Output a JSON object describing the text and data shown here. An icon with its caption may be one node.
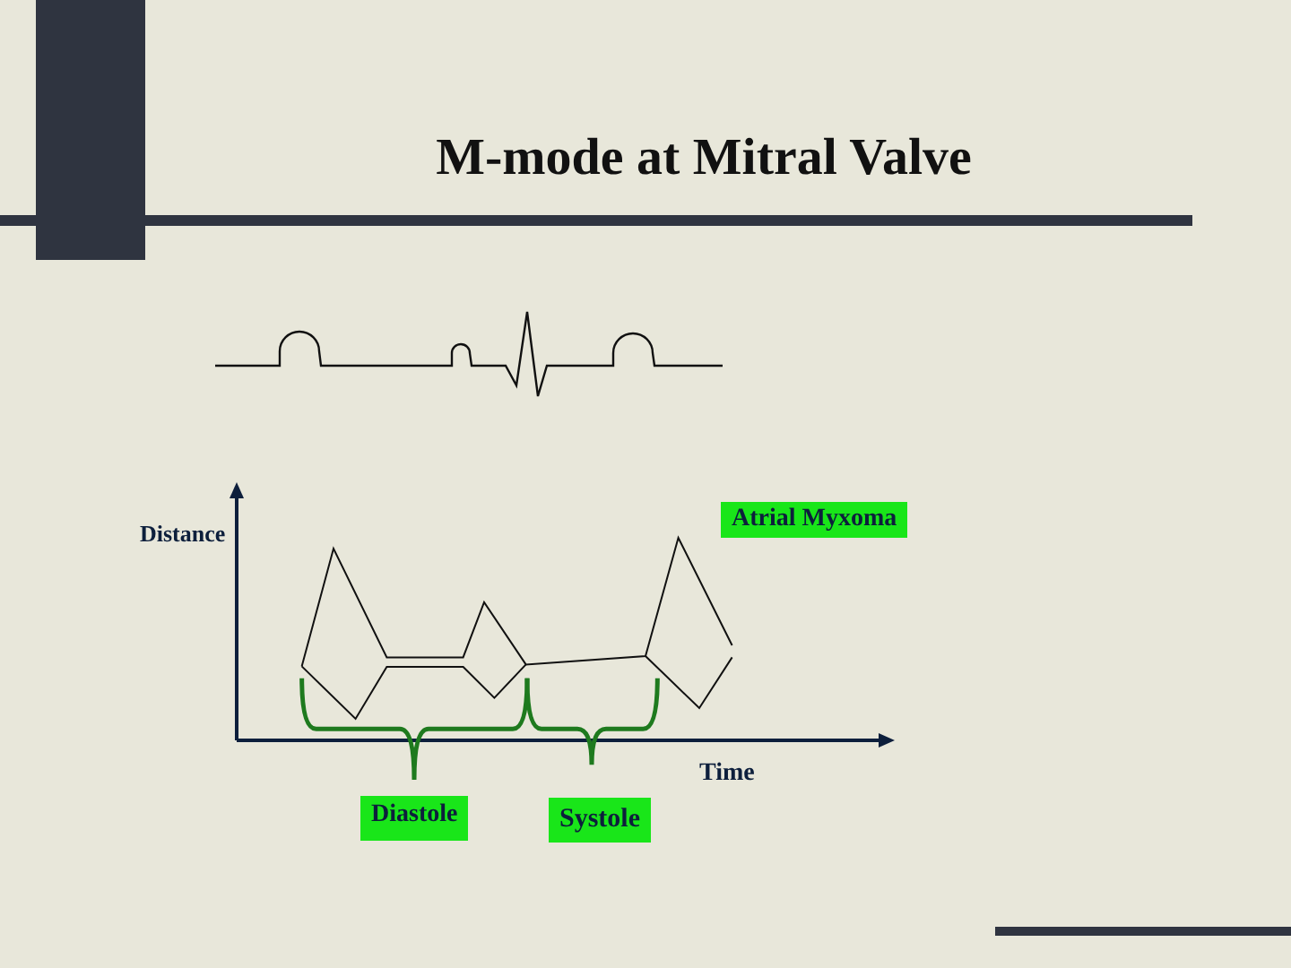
{
  "diagram": {
    "title": "M-mode at Mitral Valve",
    "labels": [
      "Distance",
      "Atrial Myxoma",
      "Time",
      "Diastole",
      "Systole"
    ]
  }
}
